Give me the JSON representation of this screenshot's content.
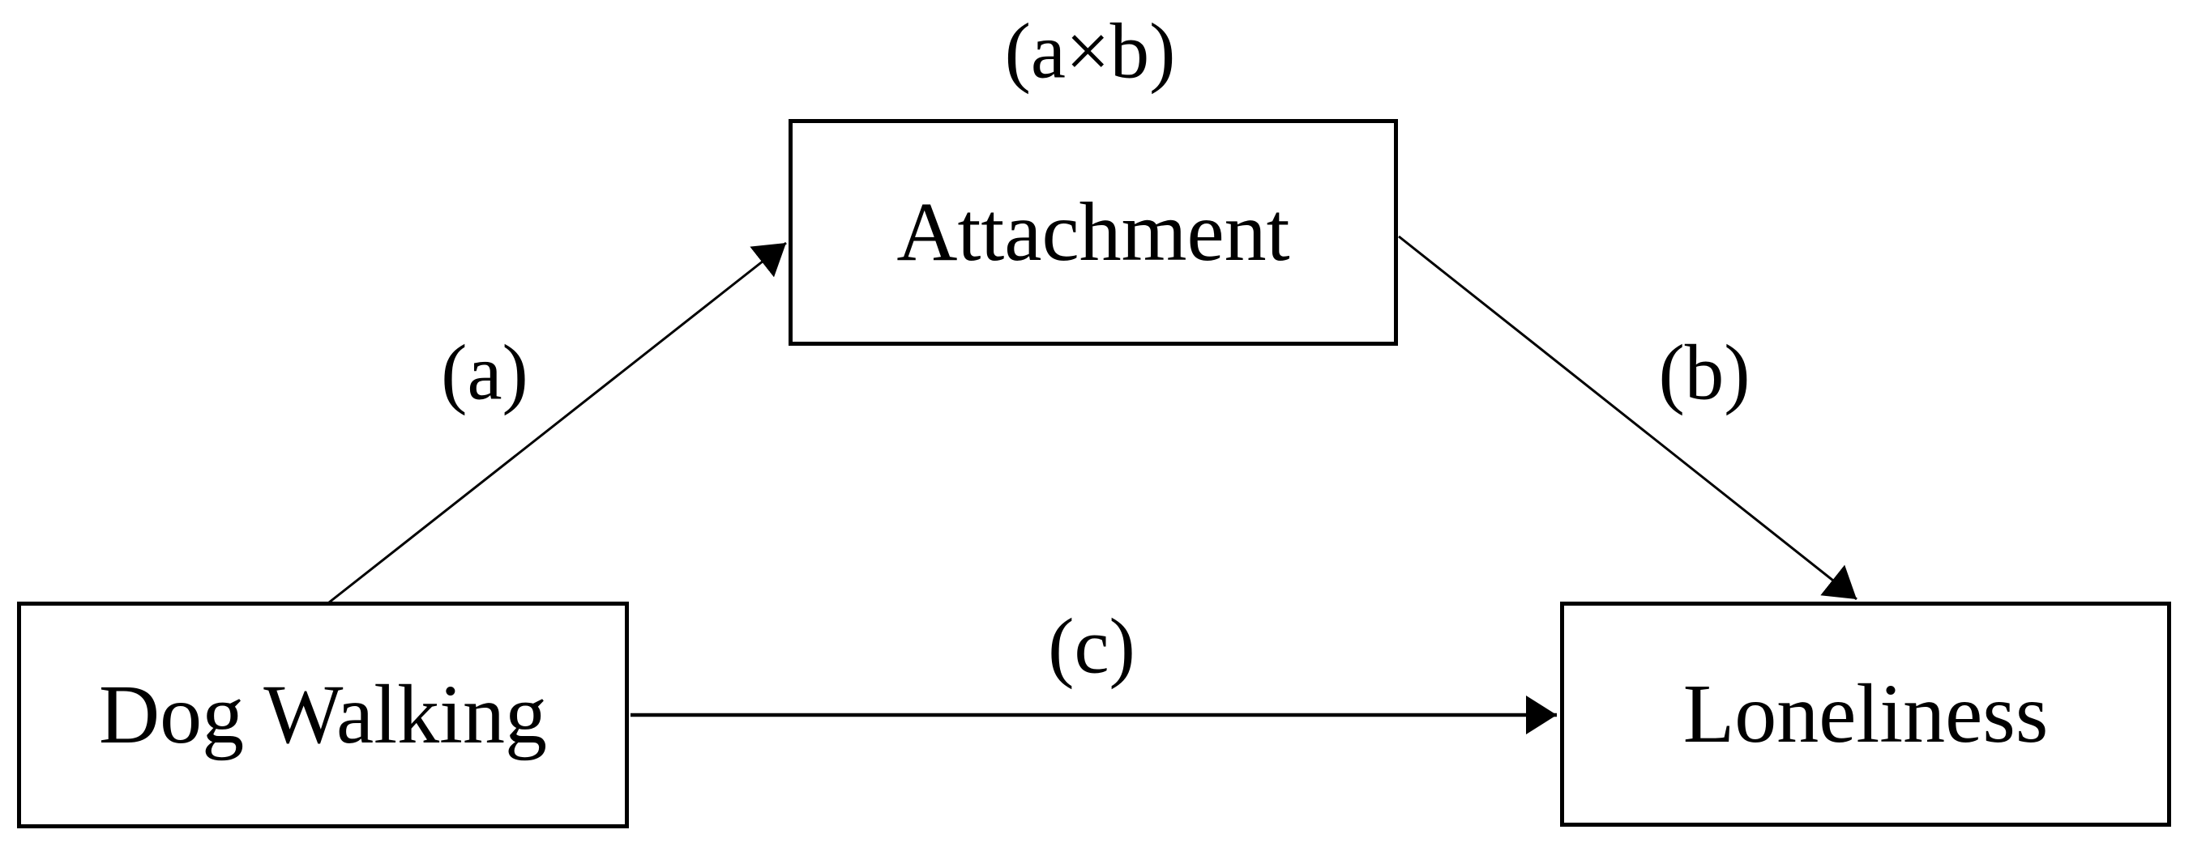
{
  "diagram": {
    "type": "mediation-model",
    "background_color": "#ffffff",
    "line_color": "#000000",
    "text_color": "#000000",
    "indirect_effect_label": "(a×b)",
    "nodes": [
      {
        "id": "predictor",
        "label": "Dog Walking"
      },
      {
        "id": "mediator",
        "label": "Attachment"
      },
      {
        "id": "outcome",
        "label": "Loneliness"
      }
    ],
    "paths": [
      {
        "id": "a",
        "label": "(a)",
        "from": "Dog Walking",
        "to": "Attachment"
      },
      {
        "id": "b",
        "label": "(b)",
        "from": "Attachment",
        "to": "Loneliness"
      },
      {
        "id": "c",
        "label": "(c)",
        "from": "Dog Walking",
        "to": "Loneliness"
      }
    ]
  }
}
